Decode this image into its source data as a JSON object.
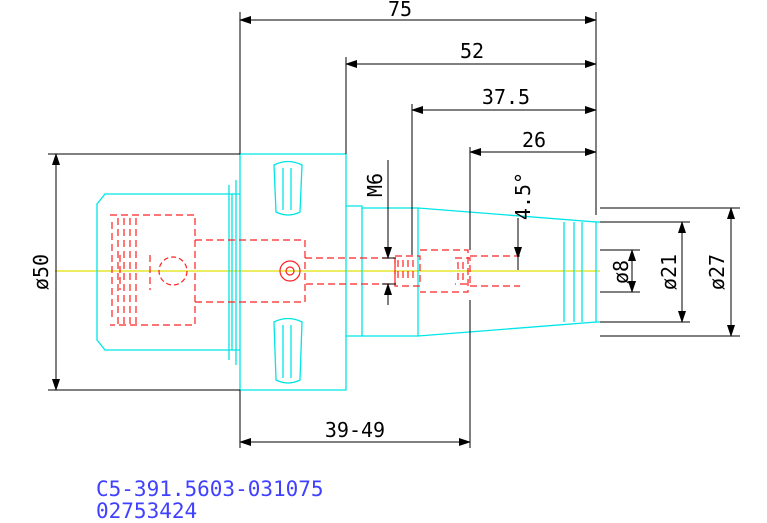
{
  "dimensions": {
    "d75": "75",
    "d52": "52",
    "d37_5": "37.5",
    "d26": "26",
    "d39_49": "39-49",
    "m6": "M6",
    "angle": "4.5°",
    "dia50": "ø50",
    "dia8": "ø8",
    "dia21": "ø21",
    "dia27": "ø27"
  },
  "part": {
    "number": "C5-391.5603-031075",
    "code": "02753424"
  },
  "colors": {
    "outline": "#00e5e5",
    "hidden": "#ff2020",
    "centerline": "#e0e000",
    "dimension": "#000000",
    "text": "#4040ff"
  }
}
